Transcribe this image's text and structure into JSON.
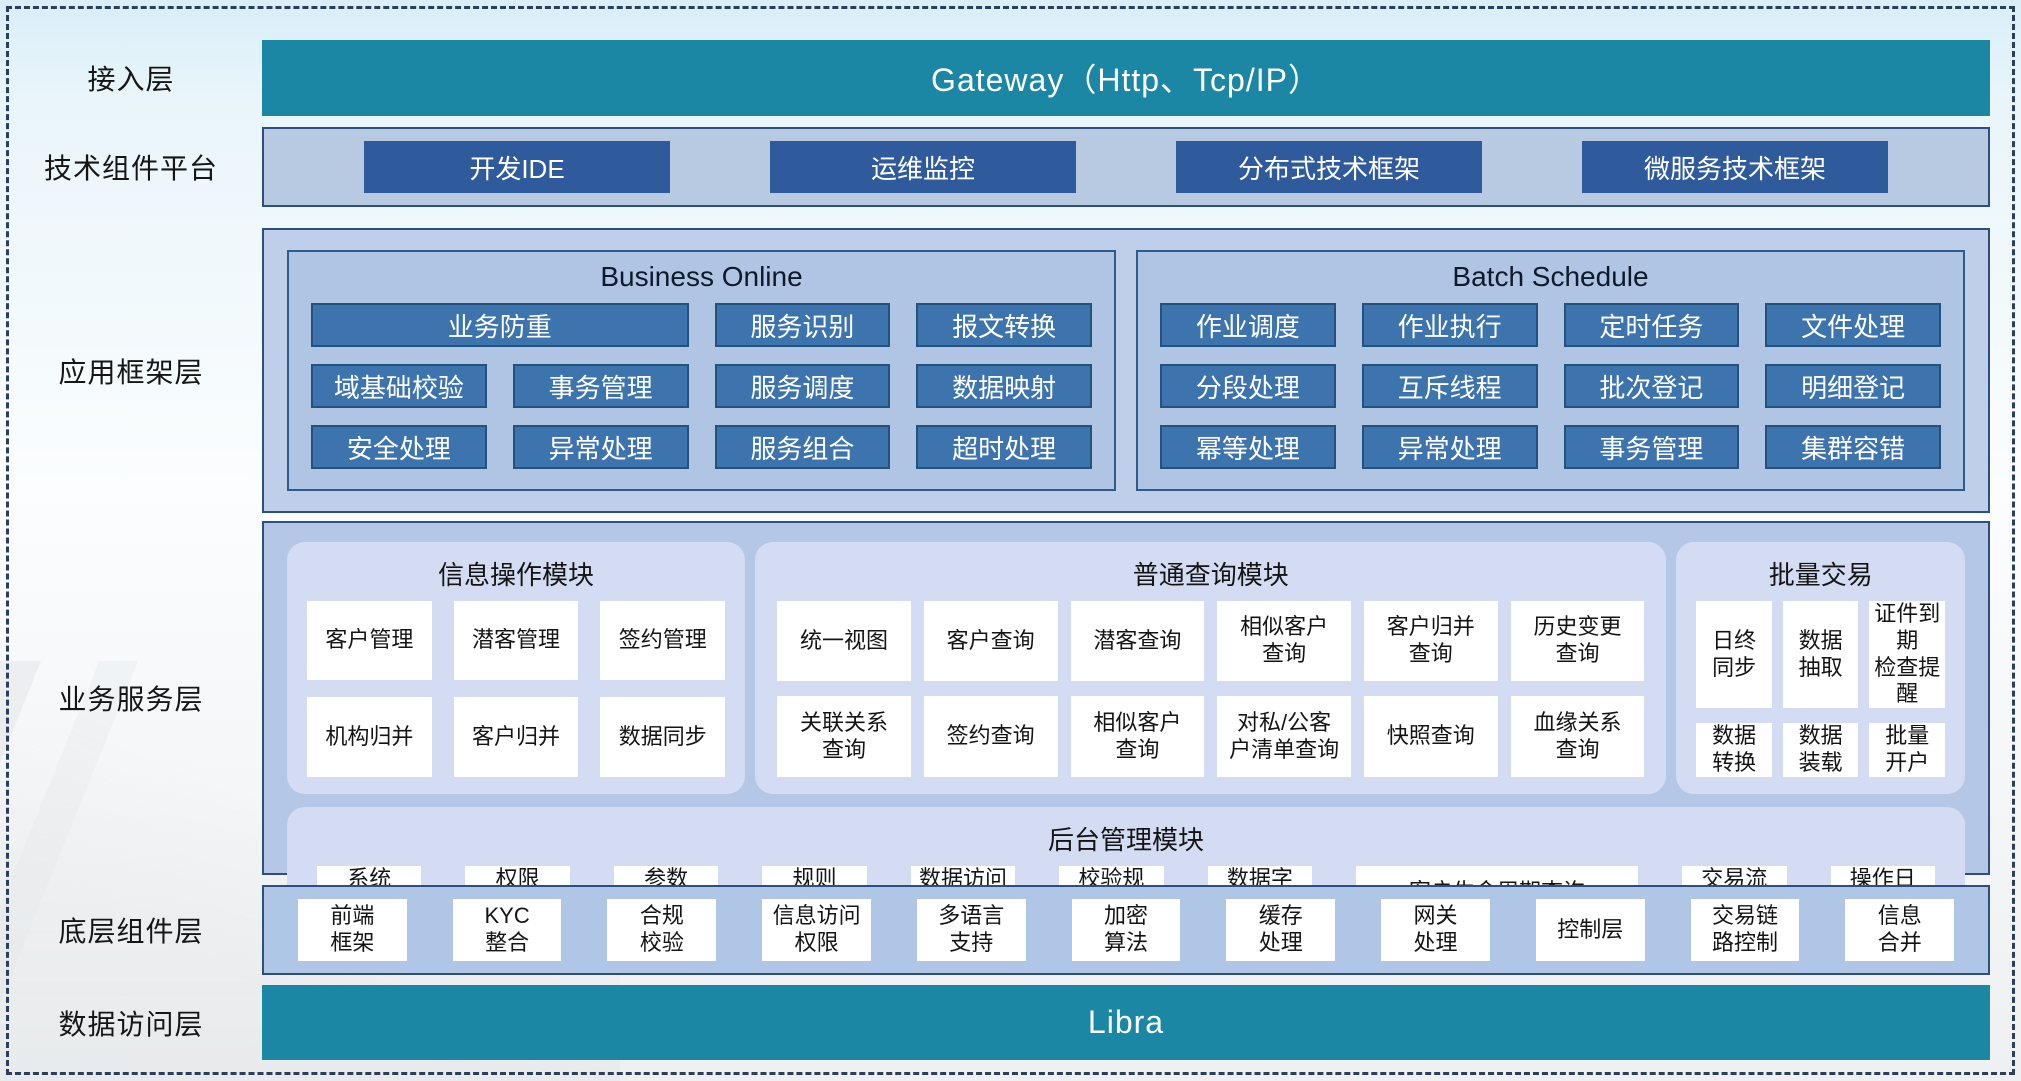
{
  "colors": {
    "teal": "#1B87A4",
    "dark_blue": "#2F5B9D",
    "steel_blue": "#3D74AE"
  },
  "layers": {
    "access": {
      "label": "接入层",
      "gateway": "Gateway（Http、Tcp/IP）"
    },
    "tech": {
      "label": "技术组件平台",
      "items": [
        "开发IDE",
        "运维监控",
        "分布式技术框架",
        "微服务技术框架"
      ]
    },
    "framework": {
      "label": "应用框架层",
      "business_online": {
        "title": "Business Online",
        "cells": [
          "业务防重",
          "服务识别",
          "报文转换",
          "域基础校验",
          "事务管理",
          "服务调度",
          "数据映射",
          "安全处理",
          "异常处理",
          "服务组合",
          "超时处理"
        ]
      },
      "batch_schedule": {
        "title": "Batch Schedule",
        "cells": [
          "作业调度",
          "作业执行",
          "定时任务",
          "文件处理",
          "分段处理",
          "互斥线程",
          "批次登记",
          "明细登记",
          "幂等处理",
          "异常处理",
          "事务管理",
          "集群容错"
        ]
      }
    },
    "service": {
      "label": "业务服务层",
      "info_ops": {
        "title": "信息操作模块",
        "cells": [
          "客户管理",
          "潜客管理",
          "签约管理",
          "机构归并",
          "客户归并",
          "数据同步"
        ]
      },
      "query": {
        "title": "普通查询模块",
        "cells": [
          "统一视图",
          "客户查询",
          "潜客查询",
          "相似客户\n查询",
          "客户归并\n查询",
          "历史变更\n查询",
          "关联关系\n查询",
          "签约查询",
          "相似客户\n查询",
          "对私/公客\n户清单查询",
          "快照查询",
          "血缘关系\n查询"
        ]
      },
      "batch_trade": {
        "title": "批量交易",
        "cells": [
          "日终\n同步",
          "数据\n抽取",
          "证件到期\n检查提醒",
          "数据\n转换",
          "数据\n装载",
          "批量\n开户"
        ]
      },
      "backoffice": {
        "title": "后台管理模块",
        "cells": [
          "系统\n管理",
          "权限\n管理",
          "参数\n管理",
          "规则\n配置",
          "数据访问\n控制",
          "校验规\n则管理",
          "数据字\n典管理",
          "客户生命周期查询",
          "交易流\n水查询",
          "操作日\n志查询"
        ]
      }
    },
    "base": {
      "label": "底层组件层",
      "cells": [
        "前端\n框架",
        "KYC\n整合",
        "合规\n校验",
        "信息访问\n权限",
        "多语言\n支持",
        "加密\n算法",
        "缓存\n处理",
        "网关\n处理",
        "控制层",
        "交易链\n路控制",
        "信息\n合并"
      ]
    },
    "data": {
      "label": "数据访问层",
      "bar": "Libra"
    }
  }
}
